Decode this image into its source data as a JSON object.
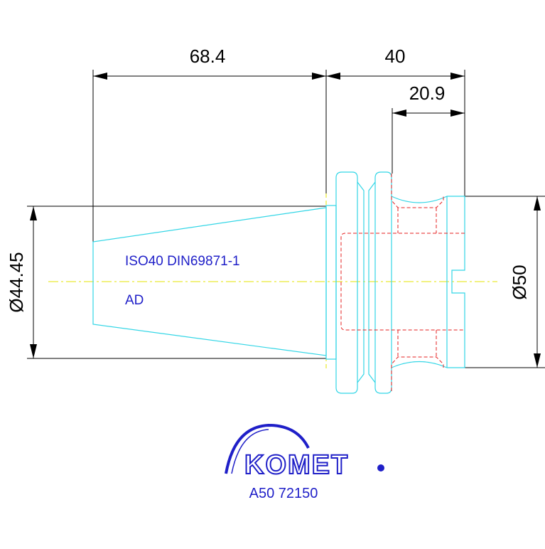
{
  "dimensions": {
    "length_shank": "68.4",
    "length_total": "40",
    "length_neck": "20.9",
    "diameter_taper": "Ø44.45",
    "diameter_body": "Ø50"
  },
  "labels": {
    "standard": "ISO40 DIN69871-1",
    "form": "AD"
  },
  "logo": {
    "brand": "KOMET"
  },
  "part_number": "A50 72150",
  "colors": {
    "outline": "#33d6e6",
    "hidden": "#e62020",
    "centerline": "#e6e600",
    "dimension": "#000000",
    "text": "#1f1fc8"
  }
}
